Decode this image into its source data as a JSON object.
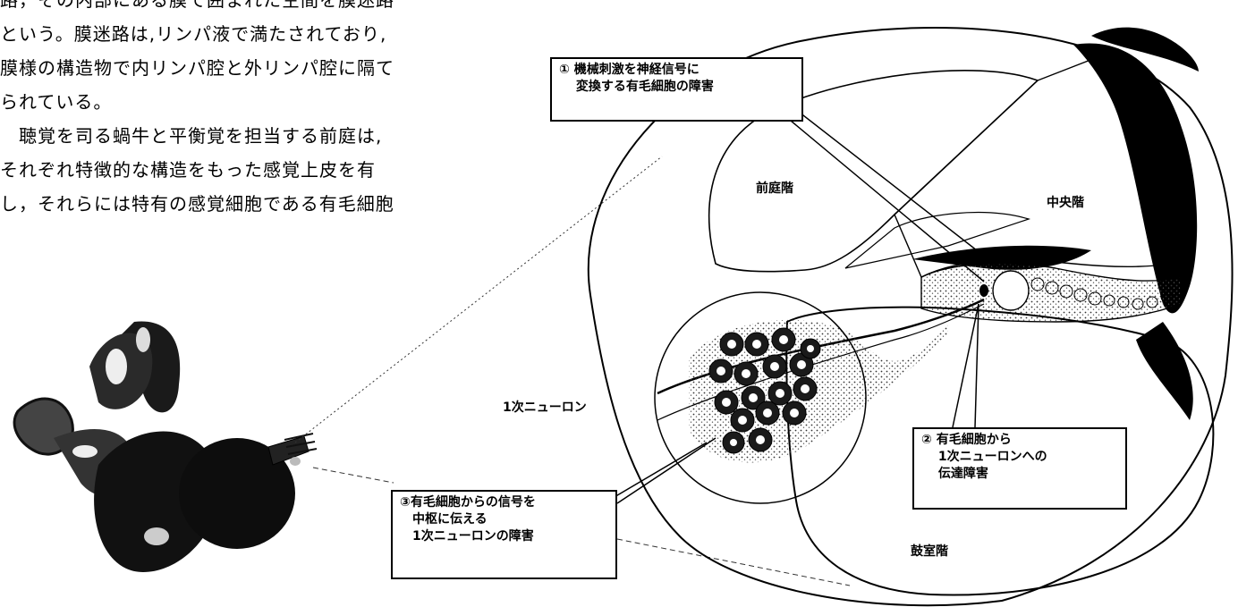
{
  "body_text": {
    "lines": [
      "路，その内部にある膜で囲まれた空間を膜迷路",
      "という。膜迷路は,リンパ液で満たされており,",
      "膜様の構造物で内リンパ腔と外リンパ腔に隔て",
      "られている。",
      "　聴覚を司る蝸牛と平衡覚を担当する前庭は,",
      "それぞれ特徴的な構造をもった感覚上皮を有",
      "し，それらには特有の感覚細胞である有毛細胞"
    ]
  },
  "labels": {
    "scala_vestibuli": "前庭階",
    "scala_media": "中央階",
    "scala_tympani": "鼓室階",
    "primary_neuron": "1次ニューロン"
  },
  "callouts": {
    "c1": {
      "lines": [
        "① 機械刺激を神経信号に",
        "　 変換する有毛細胞の障害"
      ]
    },
    "c2": {
      "lines": [
        "② 有毛細胞から",
        "　 1次ニューロンへの",
        "　 伝達障害"
      ]
    },
    "c3": {
      "lines": [
        "③有毛細胞からの信号を",
        "　中枢に伝える",
        "　1次ニューロンの障害"
      ]
    }
  }
}
